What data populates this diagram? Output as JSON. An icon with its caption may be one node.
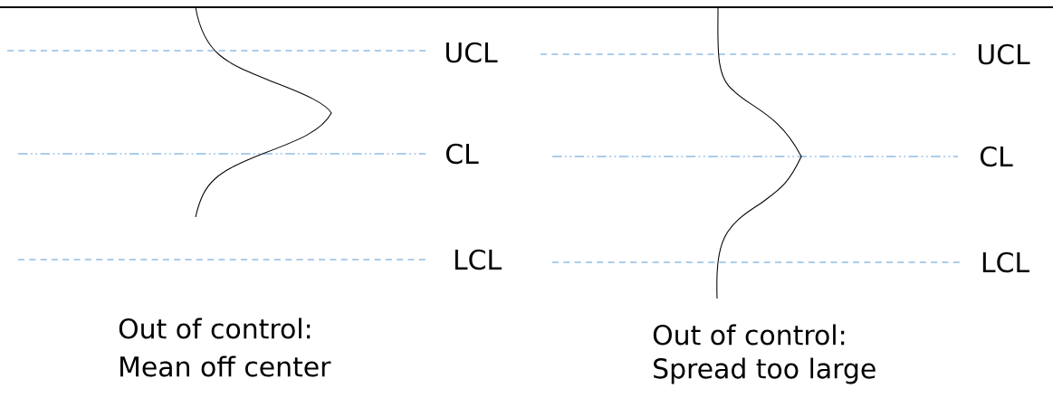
{
  "diagram": {
    "labels": [
      "UCL",
      "CL",
      "LCL",
      "Out of control:",
      "Mean off center",
      "UCL",
      "CL",
      "LCL",
      "Out of control:",
      "Spread too large"
    ]
  }
}
